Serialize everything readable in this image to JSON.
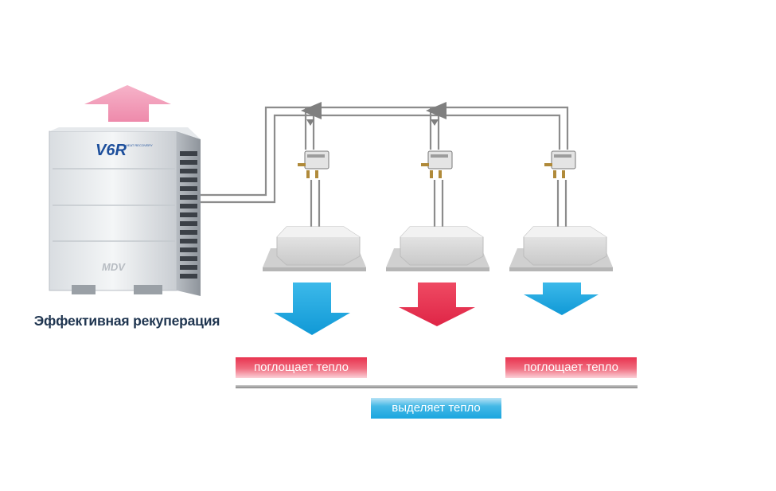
{
  "caption": "Эффективная рекуперация",
  "unit": {
    "brand_logo": "V6R",
    "brand_logo_small": "HEAT RECOVERY",
    "maker_logo": "MDV"
  },
  "labels": {
    "absorbs_left": "поглощает тепло",
    "absorbs_right": "поглощает тепло",
    "emits_center": "выделяет тепло"
  },
  "colors": {
    "absorb_red": "#e8334f",
    "emit_blue": "#1aa6df",
    "exhaust_pink": "#f29bb7",
    "pipe_gray": "#8c8c8c"
  },
  "icons": [
    "outdoor-unit-icon",
    "mode-switch-box-icon",
    "cassette-indoor-unit-icon",
    "airflow-arrow-icon"
  ]
}
